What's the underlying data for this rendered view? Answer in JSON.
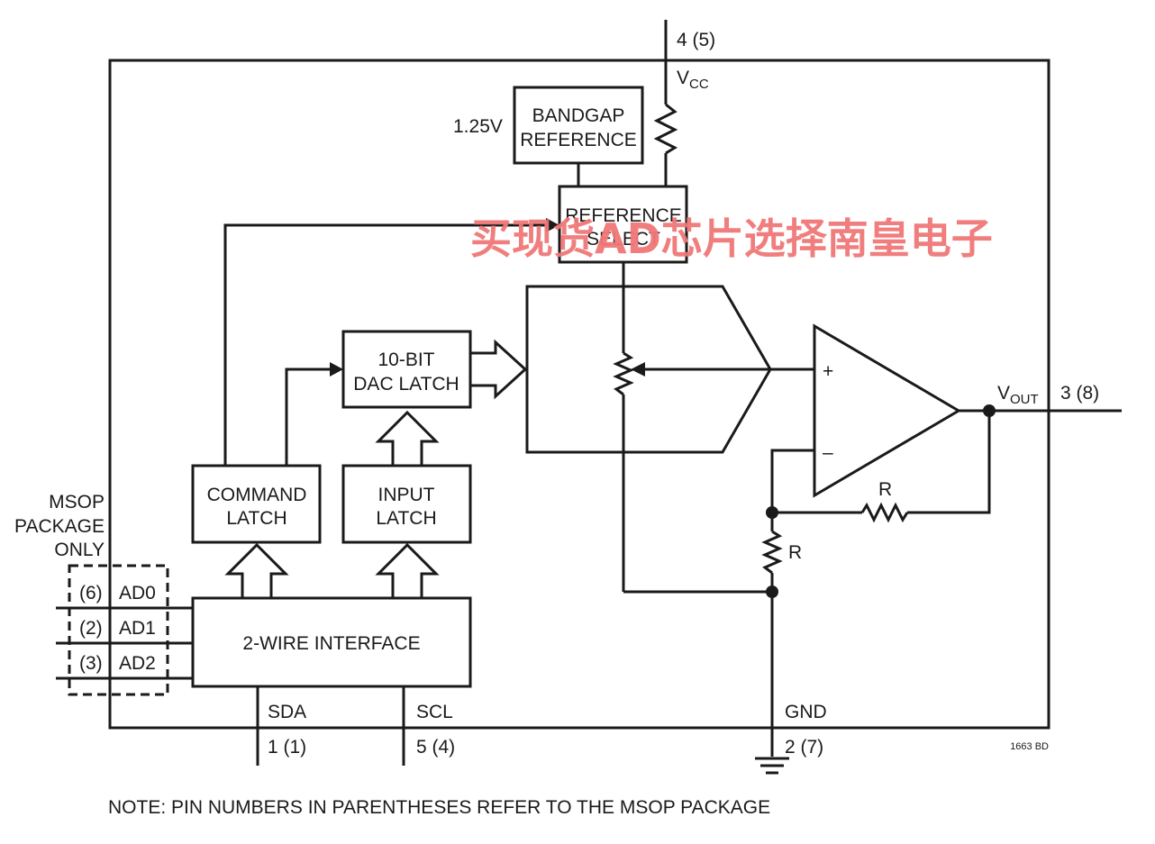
{
  "diagram": {
    "pins": {
      "vcc_pin": "4 (5)",
      "vcc_label": "V",
      "vcc_sub": "CC",
      "vout_label": "V",
      "vout_sub": "OUT",
      "vout_pin": "3 (8)",
      "gnd_label": "GND",
      "gnd_pin": "2 (7)",
      "sda_label": "SDA",
      "sda_pin": "1 (1)",
      "scl_label": "SCL",
      "scl_pin": "5 (4)",
      "ad0_pin": "(6)",
      "ad0_label": "AD0",
      "ad1_pin": "(2)",
      "ad1_label": "AD1",
      "ad2_pin": "(3)",
      "ad2_label": "AD2"
    },
    "blocks": {
      "bandgap_line1": "BANDGAP",
      "bandgap_line2": "REFERENCE",
      "bandgap_voltage": "1.25V",
      "refsel_line1": "REFERENCE",
      "refsel_line2": "SELECT",
      "daclatch_line1": "10-BIT",
      "daclatch_line2": "DAC LATCH",
      "cmdlatch_line1": "COMMAND",
      "cmdlatch_line2": "LATCH",
      "inlatch_line1": "INPUT",
      "inlatch_line2": "LATCH",
      "interface": "2-WIRE INTERFACE"
    },
    "opamp": {
      "plus": "+",
      "minus": "–",
      "r_feedback": "R",
      "r_ground": "R"
    },
    "msop_line1": "MSOP",
    "msop_line2": "PACKAGE",
    "msop_line3": "ONLY",
    "figure_code": "1663 BD",
    "note": "NOTE: PIN NUMBERS IN PARENTHESES REFER TO THE MSOP PACKAGE",
    "watermark": "买现货AD芯片选择南皇电子"
  }
}
